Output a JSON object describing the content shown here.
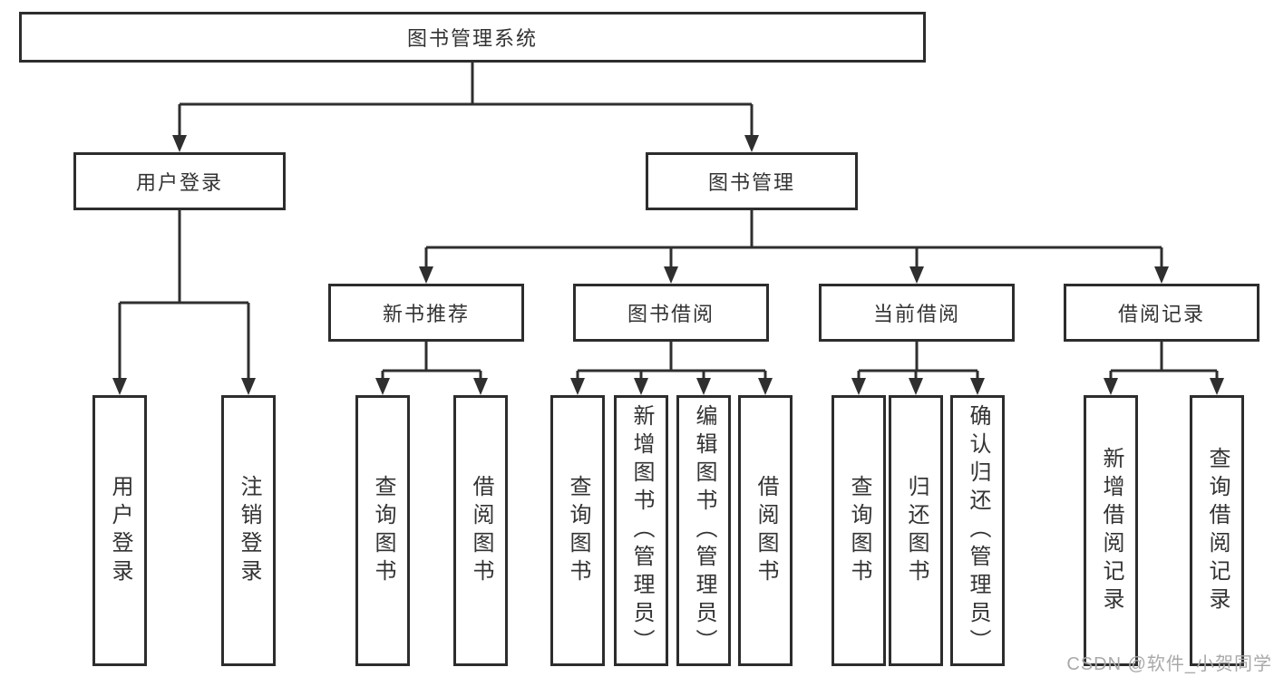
{
  "diagram": {
    "root": {
      "label": "图书管理系统"
    },
    "branches": [
      {
        "label": "用户登录",
        "children": [
          {
            "label": "用户登录"
          },
          {
            "label": "注销登录"
          }
        ]
      },
      {
        "label": "图书管理",
        "children": [
          {
            "label": "新书推荐",
            "children": [
              {
                "label": "查询图书"
              },
              {
                "label": "借阅图书"
              }
            ]
          },
          {
            "label": "图书借阅",
            "children": [
              {
                "label": "查询图书"
              },
              {
                "label": "新增图书（管理员）"
              },
              {
                "label": "编辑图书（管理员）"
              },
              {
                "label": "借阅图书"
              }
            ]
          },
          {
            "label": "当前借阅",
            "children": [
              {
                "label": "查询图书"
              },
              {
                "label": "归还图书"
              },
              {
                "label": "确认归还（管理员）"
              }
            ]
          },
          {
            "label": "借阅记录",
            "children": [
              {
                "label": "新增借阅记录"
              },
              {
                "label": "查询借阅记录"
              }
            ]
          }
        ]
      }
    ]
  },
  "watermark": {
    "text": "CSDN @软件_小贺同学"
  },
  "colors": {
    "line": "#2f2f2f",
    "box_border": "#2d2d2d",
    "text": "#333333",
    "background": "#ffffff",
    "watermark": "#a9a9a9"
  }
}
